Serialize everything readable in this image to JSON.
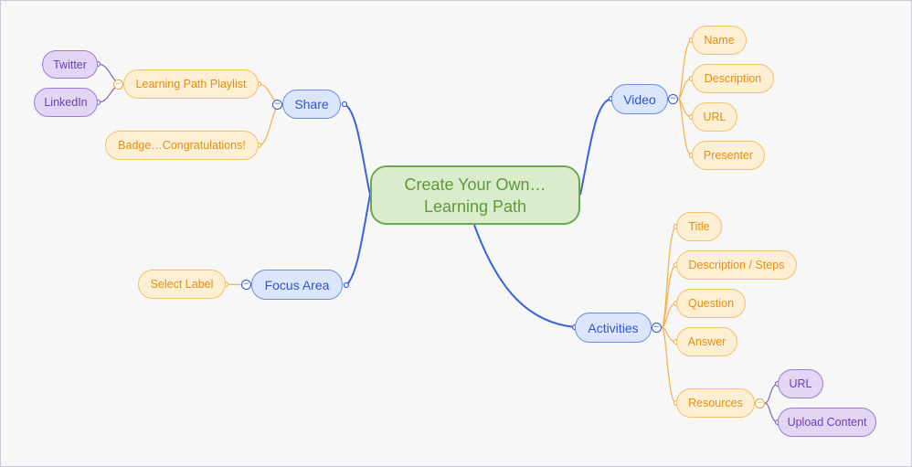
{
  "mindmap": {
    "root": {
      "label": "Create Your Own…\nLearning Path"
    },
    "share": {
      "label": "Share",
      "learning_path_playlist": "Learning Path Playlist",
      "twitter": "Twitter",
      "linkedin": "LinkedIn",
      "badge": "Badge…Congratulations!"
    },
    "focus_area": {
      "label": "Focus Area",
      "select_label": "Select Label"
    },
    "video": {
      "label": "Video",
      "children": [
        "Name",
        "Description",
        "URL",
        "Presenter"
      ]
    },
    "activities": {
      "label": "Activities",
      "children": [
        "Title",
        "Description / Steps",
        "Question",
        "Answer"
      ],
      "resources": {
        "label": "Resources",
        "children": [
          "URL",
          "Upload Content"
        ]
      }
    },
    "collapse_symbol": "−"
  },
  "colors": {
    "root": "#6aa84f",
    "branch": "#3b63d8",
    "leaf": "#f5b352",
    "sub_leaf": "#8c6bc5"
  }
}
